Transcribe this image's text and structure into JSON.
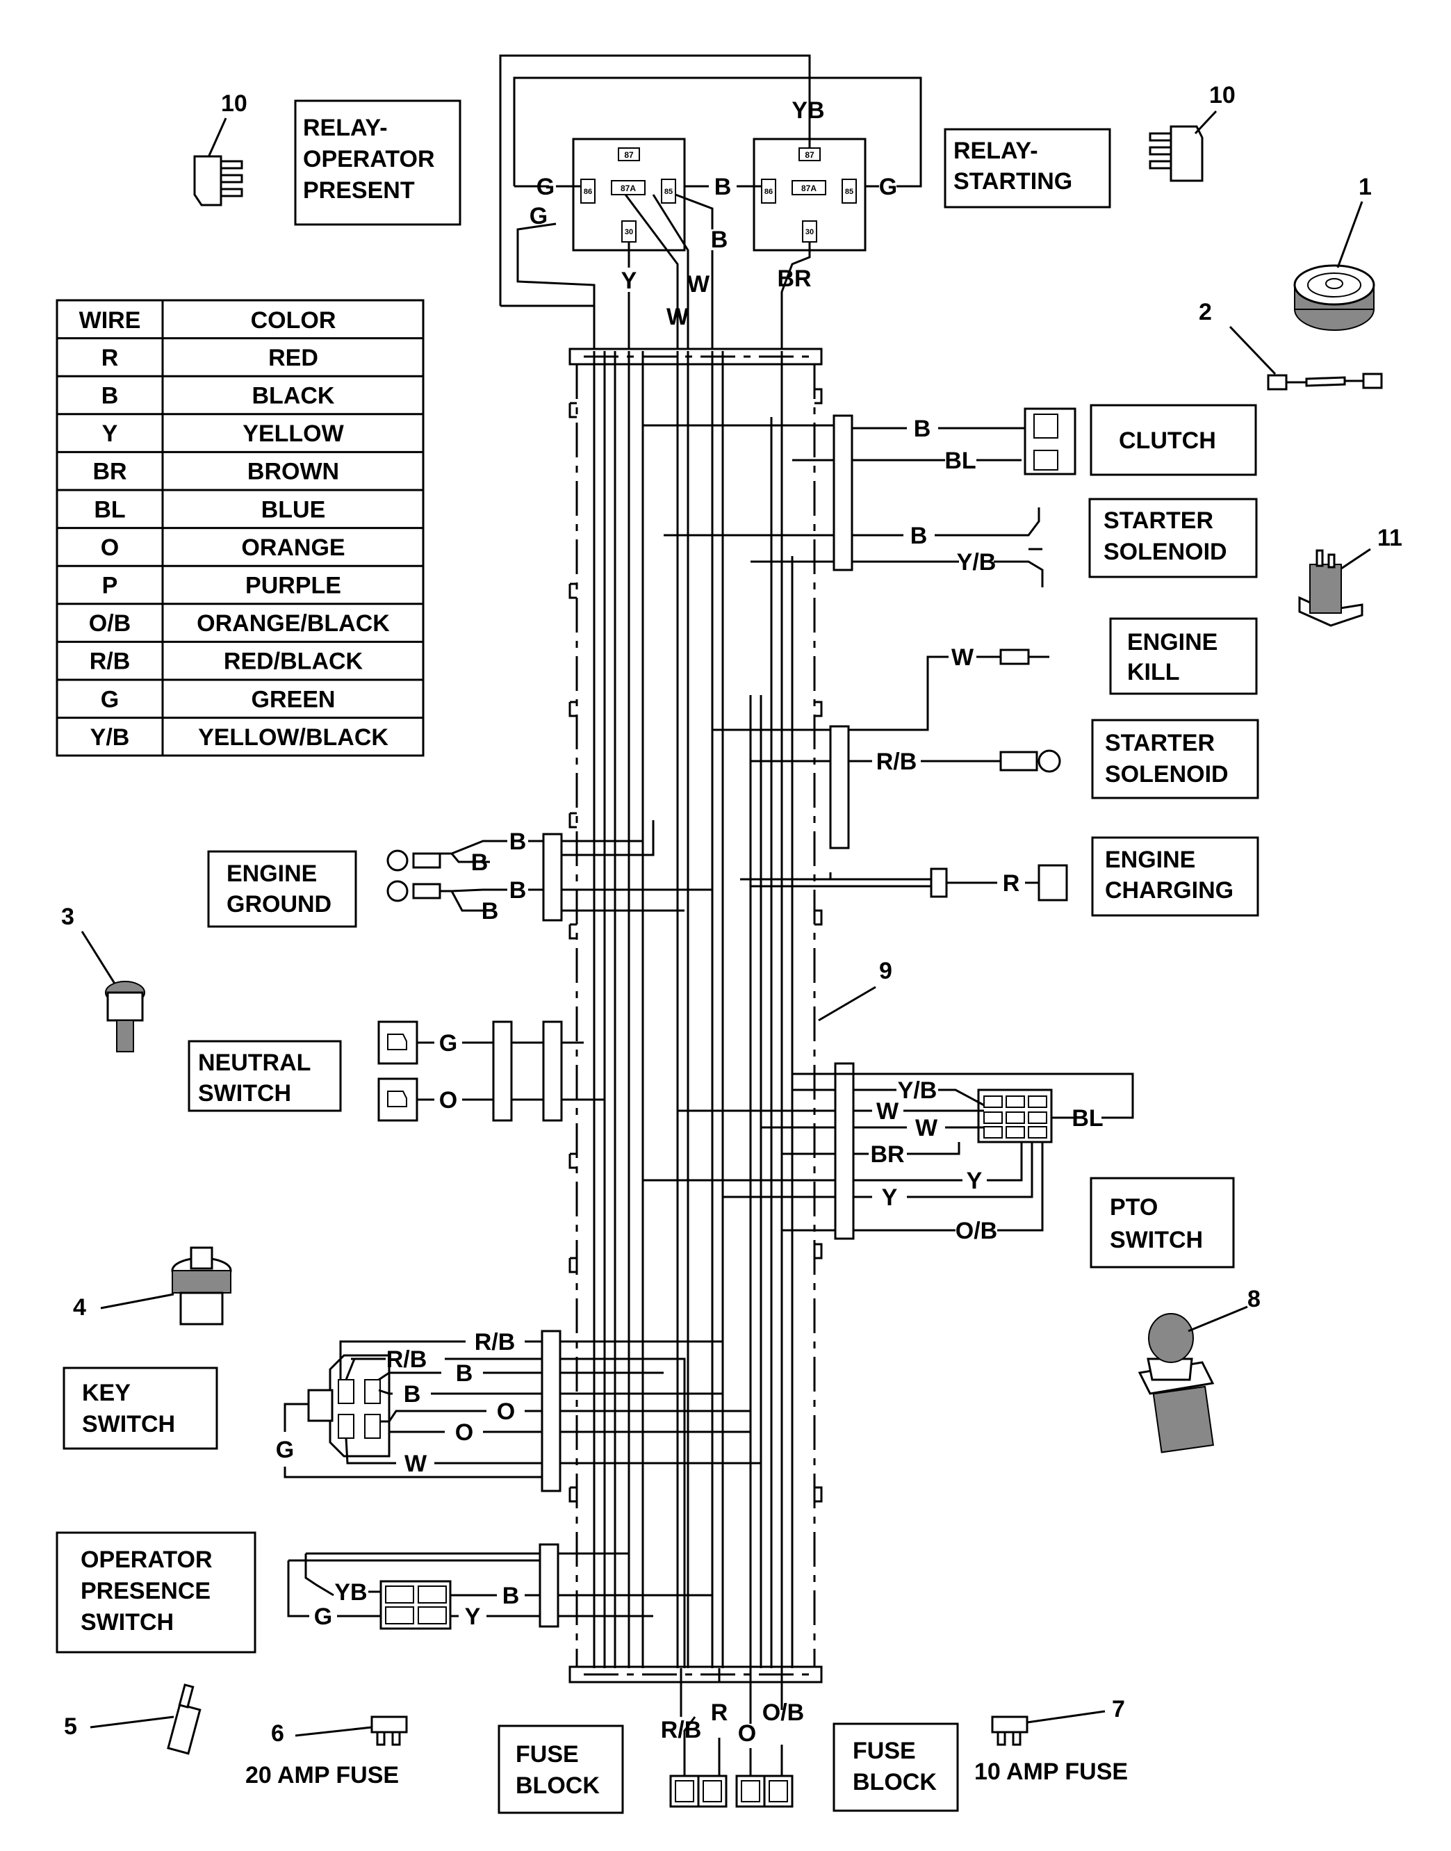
{
  "color_table": {
    "header": {
      "wire": "WIRE",
      "color": "COLOR"
    },
    "rows": [
      {
        "wire": "R",
        "color": "RED"
      },
      {
        "wire": "B",
        "color": "BLACK"
      },
      {
        "wire": "Y",
        "color": "YELLOW"
      },
      {
        "wire": "BR",
        "color": "BROWN"
      },
      {
        "wire": "BL",
        "color": "BLUE"
      },
      {
        "wire": "O",
        "color": "ORANGE"
      },
      {
        "wire": "P",
        "color": "PURPLE"
      },
      {
        "wire": "O/B",
        "color": "ORANGE/BLACK"
      },
      {
        "wire": "R/B",
        "color": "RED/BLACK"
      },
      {
        "wire": "G",
        "color": "GREEN"
      },
      {
        "wire": "Y/B",
        "color": "YELLOW/BLACK"
      }
    ]
  },
  "components": {
    "relay_operator": [
      "RELAY-",
      "OPERATOR",
      "PRESENT"
    ],
    "relay_starting": [
      "RELAY-",
      "STARTING"
    ],
    "clutch": [
      "CLUTCH"
    ],
    "starter_solenoid_1": [
      "STARTER",
      "SOLENOID"
    ],
    "engine_kill": [
      "ENGINE",
      "KILL"
    ],
    "starter_solenoid_2": [
      "STARTER",
      "SOLENOID"
    ],
    "engine_charging": [
      "ENGINE",
      "CHARGING"
    ],
    "engine_ground": [
      "ENGINE",
      "GROUND"
    ],
    "neutral_switch": [
      "NEUTRAL",
      "SWITCH"
    ],
    "pto_switch": [
      "PTO",
      "SWITCH"
    ],
    "key_switch": [
      "KEY",
      "SWITCH"
    ],
    "operator_presence": [
      "OPERATOR",
      "PRESENCE",
      "SWITCH"
    ],
    "fuse_block_1": [
      "FUSE",
      "BLOCK"
    ],
    "fuse_block_2": [
      "FUSE",
      "BLOCK"
    ]
  },
  "captions": {
    "fuse_20": "20 AMP FUSE",
    "fuse_10": "10 AMP FUSE"
  },
  "callouts": {
    "c10a": "10",
    "c10b": "10",
    "c1": "1",
    "c2": "2",
    "c11": "11",
    "c3": "3",
    "c4": "4",
    "c5": "5",
    "c6": "6",
    "c7": "7",
    "c8": "8",
    "c9": "9"
  },
  "relay_pins": {
    "p87": "87",
    "p87a": "87A",
    "p86": "86",
    "p85": "85",
    "p30": "30"
  },
  "wire_labels": {
    "yb_top": "YB",
    "g_relay_left": "G",
    "g_relay_left2": "G",
    "b_relay_mid": "B",
    "b_relay_mid2": "B",
    "g_relay_right": "G",
    "y_relay": "Y",
    "w_relay1": "W",
    "w_relay2": "W",
    "br_relay": "BR",
    "b_clutch": "B",
    "bl_clutch": "BL",
    "b_starter": "B",
    "yb_starter": "Y/B",
    "w_kill": "W",
    "rb_starter": "R/B",
    "r_charging": "R",
    "b_gnd1": "B",
    "b_gnd2": "B",
    "b_gnd3": "B",
    "b_gnd4": "B",
    "g_neutral": "G",
    "o_neutral": "O",
    "yb_pto": "Y/B",
    "w_pto1": "W",
    "w_pto2": "W",
    "bl_pto": "BL",
    "br_pto": "BR",
    "y_pto1": "Y",
    "y_pto2": "Y",
    "ob_pto": "O/B",
    "rb_key1": "R/B",
    "rb_key2": "R/B",
    "b_key1": "B",
    "b_key2": "B",
    "o_key1": "O",
    "o_key2": "O",
    "w_key": "W",
    "g_key": "G",
    "yb_op": "YB",
    "b_op": "B",
    "g_op": "G",
    "y_op": "Y",
    "rb_fuse": "R/B",
    "r_fuse": "R",
    "o_fuse": "O",
    "ob_fuse": "O/B"
  }
}
